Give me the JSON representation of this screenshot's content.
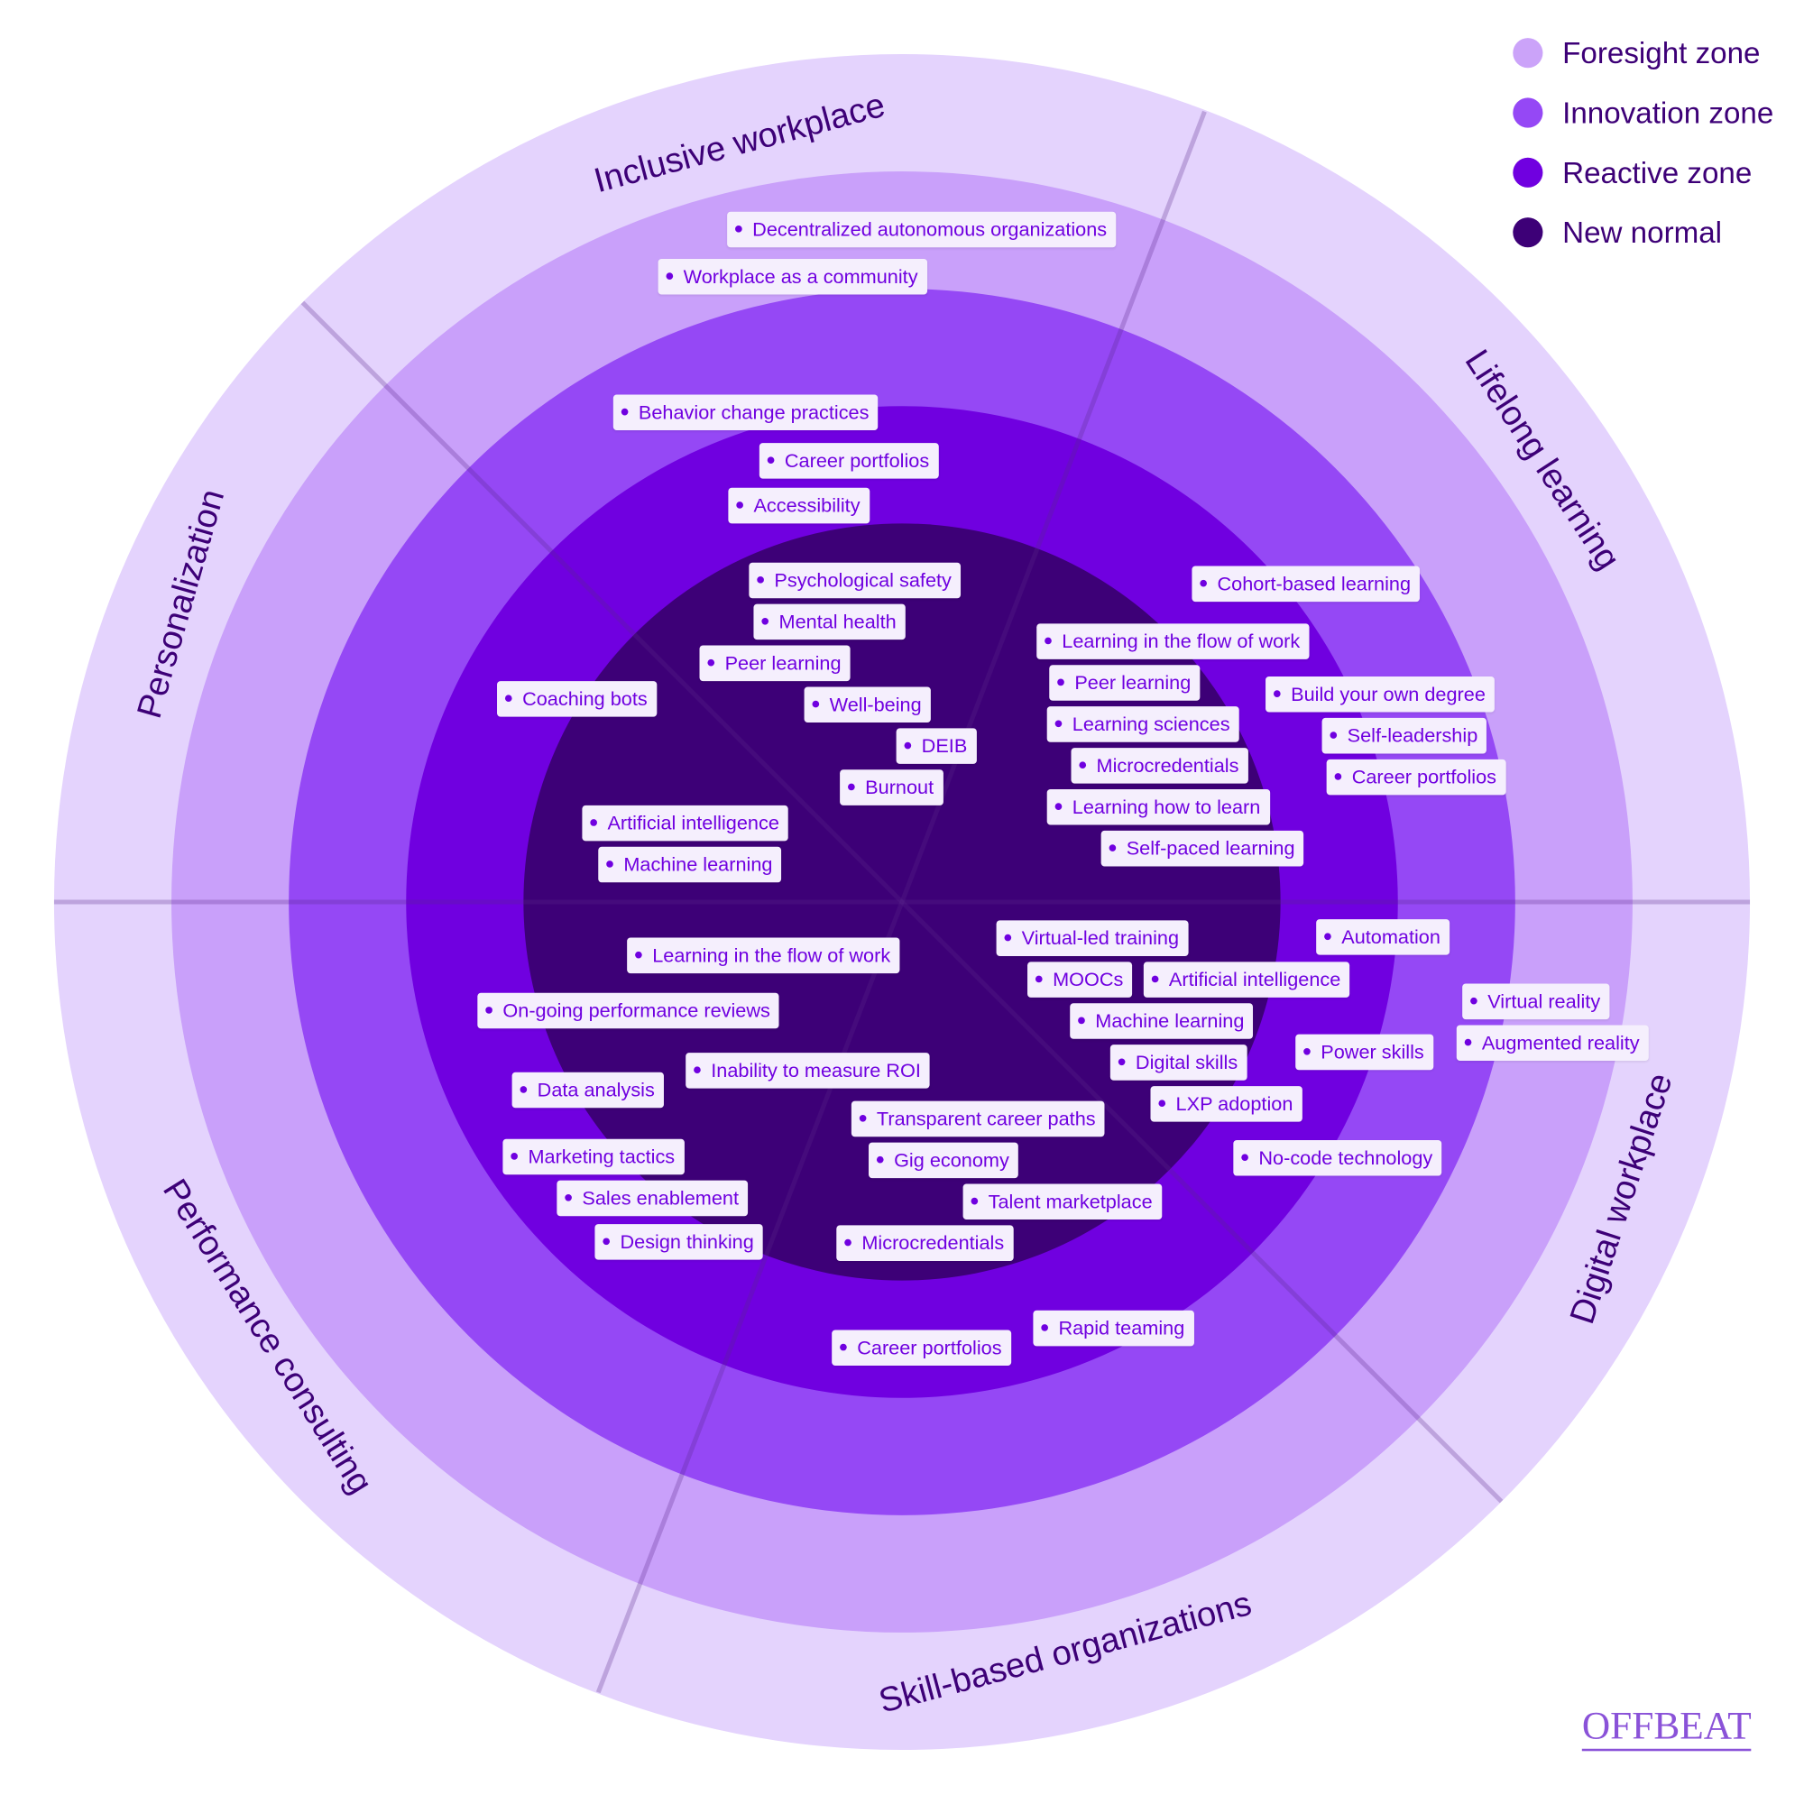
{
  "legend": [
    {
      "label": "Foresight zone",
      "color": "#cba3f9"
    },
    {
      "label": "Innovation zone",
      "color": "#9548f5"
    },
    {
      "label": "Reactive zone",
      "color": "#7000e0"
    },
    {
      "label": "New normal",
      "color": "#3d0077"
    }
  ],
  "rings": [
    "#e4d3fd",
    "#c9a0fa",
    "#9548f5",
    "#7000e0",
    "#3d0077"
  ],
  "sectors": {
    "inclusive": "Inclusive workplace",
    "lifelong": "Lifelong learning",
    "personalization": "Personalization",
    "performance": "Performance consulting",
    "skill": "Skill-based organizations",
    "digital": "Digital workplace"
  },
  "items": [
    "Decentralized autonomous organizations",
    "Workplace as a community",
    "Behavior change practices",
    "Career portfolios",
    "Accessibility",
    "Psychological safety",
    "Mental health",
    "Peer learning",
    "Well-being",
    "DEIB",
    "Burnout",
    "Coaching bots",
    "Artificial intelligence",
    "Machine learning",
    "Cohort-based learning",
    "Learning in the flow of work",
    "Peer learning",
    "Build your own degree",
    "Learning sciences",
    "Self-leadership",
    "Microcredentials",
    "Career portfolios",
    "Learning how to learn",
    "Self-paced learning",
    "Virtual-led training",
    "Automation",
    "MOOCs",
    "Artificial intelligence",
    "Virtual reality",
    "Machine learning",
    "Augmented reality",
    "Power skills",
    "Digital skills",
    "LXP adoption",
    "No-code technology",
    "Learning in the flow of work",
    "On-going performance reviews",
    "Inability to measure ROI",
    "Data analysis",
    "Transparent career paths",
    "Marketing tactics",
    "Gig economy",
    "Sales enablement",
    "Talent marketplace",
    "Design thinking",
    "Microcredentials",
    "Rapid teaming",
    "Career portfolios"
  ],
  "logo": "OFFBEAT"
}
